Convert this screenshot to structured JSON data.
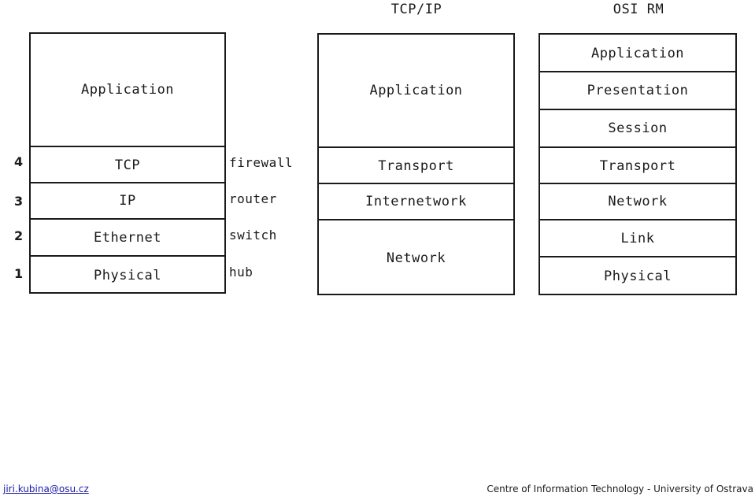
{
  "left_stack": {
    "layers": [
      "Application",
      "TCP",
      "IP",
      "Ethernet",
      "Physical"
    ],
    "numbers": [
      "4",
      "3",
      "2",
      "1"
    ],
    "devices": [
      "firewall",
      "router",
      "switch",
      "hub"
    ]
  },
  "tcpip": {
    "title": "TCP/IP",
    "layers": [
      "Application",
      "Transport",
      "Internetwork",
      "Network"
    ]
  },
  "osi": {
    "title": "OSI RM",
    "layers": [
      "Application",
      "Presentation",
      "Session",
      "Transport",
      "Network",
      "Link",
      "Physical"
    ]
  },
  "footer": {
    "email": "jiri.kubina@osu.cz",
    "org": "Centre of Information Technology - University of Ostrava"
  }
}
